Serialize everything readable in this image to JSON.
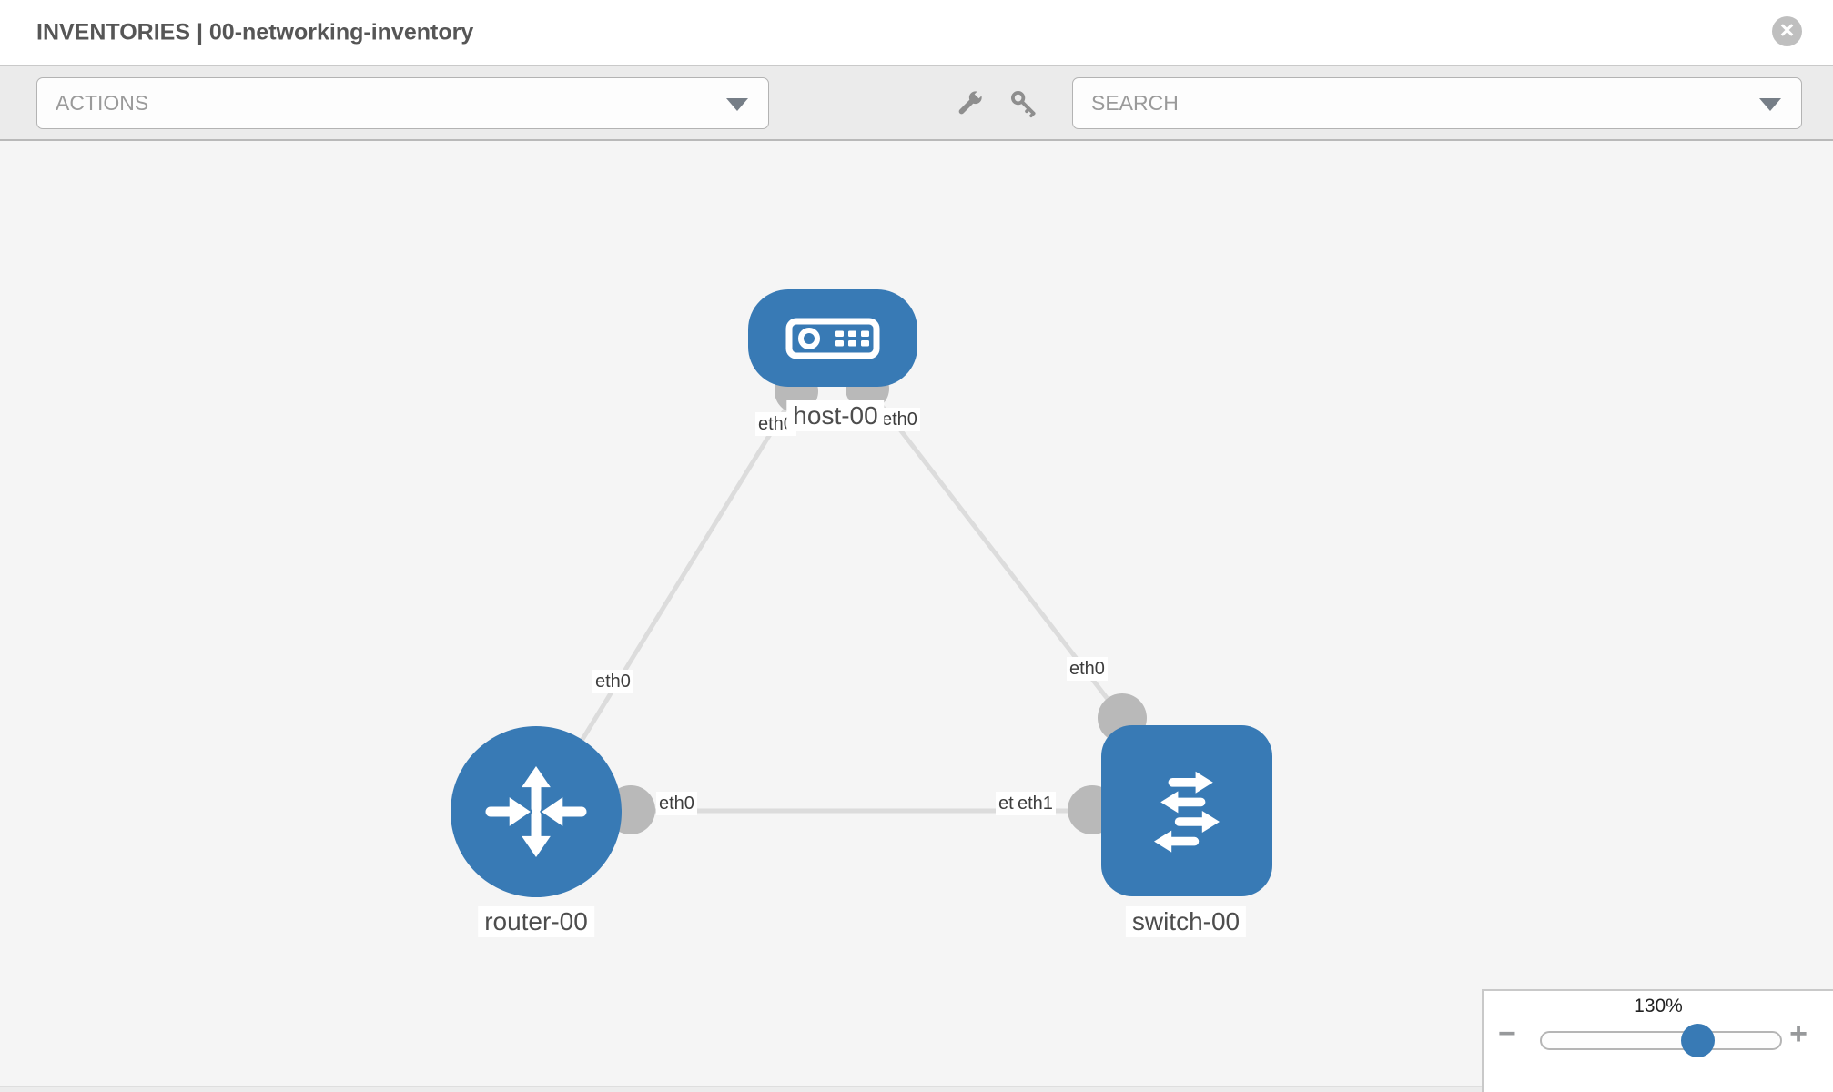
{
  "window": {
    "title": "INVENTORIES | 00-networking-inventory"
  },
  "header": {
    "close_glyph": "×"
  },
  "toolbar": {
    "actions_placeholder": "ACTIONS",
    "search_placeholder": "SEARCH",
    "tools": [
      {
        "icon": "wrench-icon"
      },
      {
        "icon": "key-icon"
      }
    ]
  },
  "topology": {
    "nodes": [
      {
        "id": "host-00",
        "type": "host",
        "label": "host-00"
      },
      {
        "id": "router-00",
        "type": "router",
        "label": "router-00"
      },
      {
        "id": "switch-00",
        "type": "switch",
        "label": "switch-00"
      }
    ],
    "links": [
      {
        "source": "host-00",
        "source_interface": "eth0",
        "target": "router-00",
        "target_interface": "eth0"
      },
      {
        "source": "host-00",
        "source_interface": "eth0",
        "target": "switch-00",
        "target_interface": "eth0"
      },
      {
        "source": "router-00",
        "source_interface": "eth0",
        "target": "switch-00",
        "target_interface": "eth1"
      }
    ],
    "interface_labels": [
      {
        "text": "eth0",
        "position": "host-left"
      },
      {
        "text": "eth0",
        "position": "host-right"
      },
      {
        "text": "eth0",
        "position": "router-top"
      },
      {
        "text": "eth0",
        "position": "switch-top"
      },
      {
        "text": "eth0",
        "position": "link-mid-left"
      },
      {
        "text": "eth0",
        "position": "switch-left-back"
      },
      {
        "text": "eth1",
        "position": "switch-left-front"
      }
    ]
  },
  "zoom_control": {
    "level": "130%",
    "percent": 130,
    "minus_glyph": "−",
    "plus_glyph": "+"
  },
  "colors": {
    "node_blue": "#387ab5",
    "edge_gray": "#dcdcdc",
    "connector_gray": "#b9b9b9",
    "toolbar_bg": "#ebebeb",
    "canvas_bg": "#f5f5f5"
  }
}
